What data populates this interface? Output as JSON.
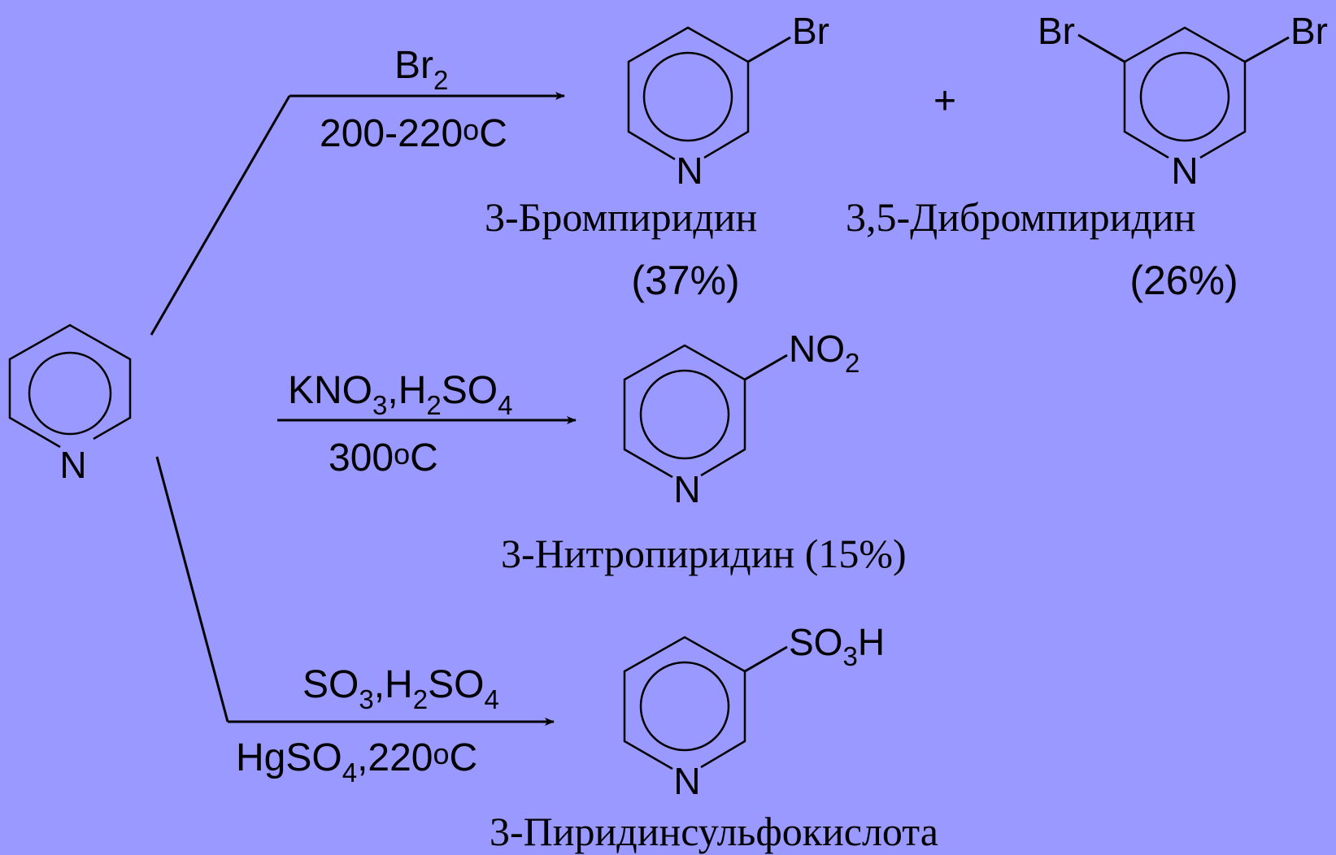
{
  "colors": {
    "background": "#9999ff",
    "ink": "#000000"
  },
  "reactant": {
    "atom_n": "N"
  },
  "bromination": {
    "reagent": "Br",
    "reagent_sub": "2",
    "condition_a": "200-220",
    "condition_deg": "o",
    "condition_c": "C",
    "product1": {
      "atom_n": "N",
      "substituent": "Br",
      "name": "3-Бромпиридин",
      "yield": "(37%)"
    },
    "plus": "+",
    "product2": {
      "atom_n": "N",
      "sub_left": "Br",
      "sub_right": "Br",
      "name": "3,5-Дибромпиридин",
      "yield": "(26%)"
    }
  },
  "nitration": {
    "reagent_p1": "KNO",
    "reagent_p1_sub": "3",
    "reagent_p2": ",H",
    "reagent_p2_sub": "2",
    "reagent_p3": "SO",
    "reagent_p3_sub": "4",
    "condition_a": "300",
    "condition_deg": "o",
    "condition_c": "C",
    "product": {
      "atom_n": "N",
      "sub_a": "NO",
      "sub_sub": "2",
      "name": "3-Нитропиридин (15%)"
    }
  },
  "sulfonation": {
    "reagent_p1": "SO",
    "reagent_p1_sub": "3",
    "reagent_p2": ",H",
    "reagent_p2_sub": "2",
    "reagent_p3": "SO",
    "reagent_p3_sub": "4",
    "condition_p1": "HgSO",
    "condition_p1_sub": "4",
    "condition_p2": ",220",
    "condition_deg": "o",
    "condition_c": "C",
    "product": {
      "atom_n": "N",
      "sub_a": "SO",
      "sub_sub": "3",
      "sub_b": "H",
      "name": "3-Пиридинсульфокислота"
    }
  }
}
